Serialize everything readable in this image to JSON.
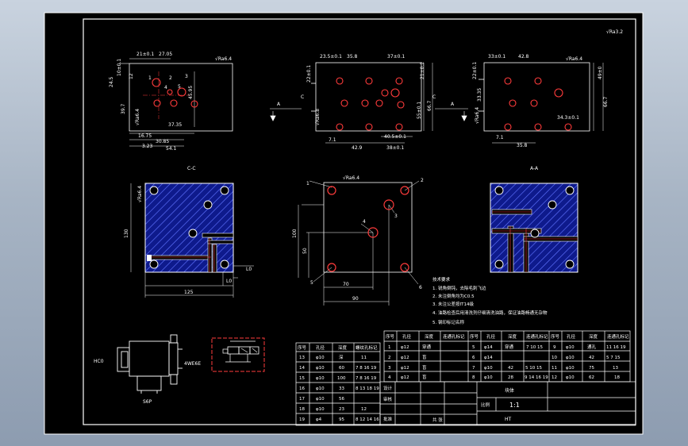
{
  "drawing": {
    "roughness_top": "√Ra3.2",
    "section_cc": "C-C",
    "section_aa": "A-A",
    "arrow_a": "A",
    "arrow_c": "C"
  },
  "view_left": {
    "dims": [
      "21±0.1",
      "27.05",
      "10±0.1",
      "12",
      "24.5",
      "39.7",
      "45.95",
      "37.35",
      "16.75",
      "30.85",
      "3.23",
      "54.1"
    ],
    "roughness": "√Ra6.4",
    "hole_labels": [
      "1",
      "2",
      "3",
      "4",
      "5"
    ]
  },
  "view_mid": {
    "dims": [
      "23.5±0.1",
      "35.8",
      "37±0.1",
      "22±0.1",
      "21±0.2",
      "55±0.1",
      "66.7",
      "7.1",
      "42.9",
      "40.5±0.1",
      "38±0.1"
    ],
    "roughness_side": "√Ra6.8"
  },
  "view_right": {
    "dims": [
      "33±0.1",
      "42.8",
      "22±0.1",
      "33.35",
      "49±0",
      "66.7",
      "34.3±0.1",
      "7.1",
      "35.8"
    ],
    "roughness": "√Ra6.4",
    "roughness_side": "√Ra6.4"
  },
  "plan_view": {
    "roughness": "√Ra6.4",
    "dims": [
      "100",
      "50",
      "70",
      "90"
    ],
    "callouts": [
      "1",
      "2",
      "3",
      "4",
      "5",
      "6"
    ]
  },
  "section_cc_dims": [
    "130",
    "125",
    "L0",
    "L0"
  ],
  "notes": {
    "title": "技术要求",
    "lines": [
      "1. 锐角倒钝，去除毛刺飞边",
      "2. 未注倒角均为C0.5",
      "3. 未注公差按IT14级",
      "4. 油路检查后用清洗剂仔细清洗油路，保证油路畅通无杂物",
      "5. 钢印标记名称"
    ]
  },
  "valve": {
    "label_left": "HC0",
    "label_right": "4WE6E",
    "label_bottom": "S6P"
  },
  "table_left": {
    "headers": [
      "序号",
      "孔径",
      "深度",
      "螺纹孔标记"
    ],
    "rows": [
      [
        "13",
        "φ10",
        "深",
        "11"
      ],
      [
        "14",
        "φ10",
        "60",
        "7  8  16  19"
      ],
      [
        "15",
        "φ10",
        "100",
        "7  8  16  19"
      ],
      [
        "16",
        "φ10",
        "33",
        "8  13  18  19"
      ],
      [
        "17",
        "φ10",
        "56",
        ""
      ],
      [
        "18",
        "φ10",
        "23",
        "12"
      ],
      [
        "19",
        "φ4",
        "95",
        "8  12  14  16"
      ]
    ]
  },
  "table_main": {
    "headers": [
      "序号",
      "孔径",
      "深度",
      "连通孔标记",
      "序号",
      "孔径",
      "深度",
      "连通孔标记",
      "序号",
      "孔径",
      "深度",
      "连通孔标记"
    ],
    "rows": [
      [
        "1",
        "φ12",
        "穿通",
        "",
        "5",
        "φ14",
        "穿通",
        "7  10  15",
        "9",
        "φ10",
        "通孔",
        "11  16  19"
      ],
      [
        "2",
        "φ12",
        "盲",
        "",
        "6",
        "φ14",
        "",
        "",
        "10",
        "φ10",
        "42",
        "5  7  15"
      ],
      [
        "3",
        "φ12",
        "盲",
        "",
        "7",
        "φ10",
        "42",
        "5  10  15",
        "11",
        "φ10",
        "75",
        "13"
      ],
      [
        "4",
        "φ12",
        "盲",
        "",
        "8",
        "φ10",
        "28",
        "9  14  16  19",
        "12",
        "φ10",
        "62",
        "18"
      ]
    ]
  },
  "title_block": {
    "part_name": "块体",
    "scale_label": "比例",
    "scale_value": "1:1",
    "material": "HT",
    "design": "设计",
    "check": "审核",
    "approve": "批准",
    "sheet": "共 张"
  }
}
